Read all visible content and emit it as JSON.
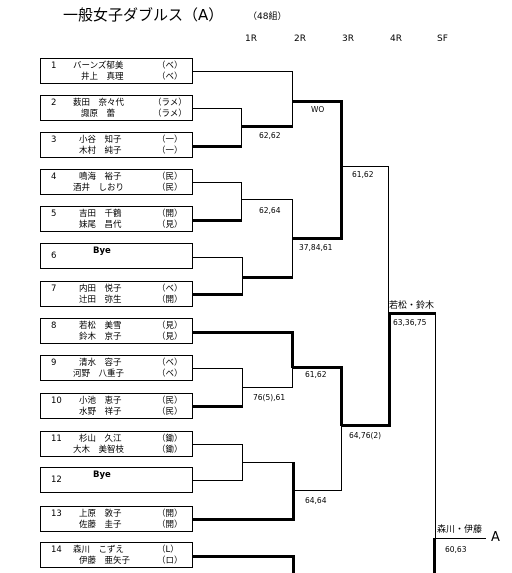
{
  "title": "一般女子ダブルス（A）",
  "subtitle": "（48組）",
  "rounds": [
    "1R",
    "2R",
    "3R",
    "4R",
    "SF"
  ],
  "entries": [
    {
      "no": "1",
      "p1": "バーンズ郁美",
      "a1": "（ベ）",
      "p2": "井上　真理",
      "a2": "（ベ）"
    },
    {
      "no": "2",
      "p1": "薮田　奈々代",
      "a1": "（ラメ）",
      "p2": "諏原　蕾",
      "a2": "（ラメ）"
    },
    {
      "no": "3",
      "p1": "小谷　知子",
      "a1": "（一）",
      "p2": "木村　純子",
      "a2": "（一）"
    },
    {
      "no": "4",
      "p1": "鳴海　裕子",
      "a1": "（民）",
      "p2": "酒井　しおり",
      "a2": "（民）"
    },
    {
      "no": "5",
      "p1": "吉田　千鶴",
      "a1": "（開）",
      "p2": "妹尾　昌代",
      "a2": "（見）"
    },
    {
      "no": "6",
      "bye": "Bye"
    },
    {
      "no": "7",
      "p1": "内田　悦子",
      "a1": "（ベ）",
      "p2": "辻田　弥生",
      "a2": "（開）"
    },
    {
      "no": "8",
      "p1": "若松　美雪",
      "a1": "（見）",
      "p2": "鈴木　京子",
      "a2": "（見）"
    },
    {
      "no": "9",
      "p1": "清水　容子",
      "a1": "（ベ）",
      "p2": "河野　八重子",
      "a2": "（ベ）"
    },
    {
      "no": "10",
      "p1": "小池　恵子",
      "a1": "（民）",
      "p2": "水野　祥子",
      "a2": "（民）"
    },
    {
      "no": "11",
      "p1": "杉山　久江",
      "a1": "（鋤）",
      "p2": "大木　美智枝",
      "a2": "（鋤）"
    },
    {
      "no": "12",
      "bye": "Bye"
    },
    {
      "no": "13",
      "p1": "上原　敦子",
      "a1": "（開）",
      "p2": "佐藤　圭子",
      "a2": "（開）"
    },
    {
      "no": "14",
      "p1": "森川　こずえ",
      "a1": "（L）",
      "p2": "伊藤　亜矢子",
      "a2": "（ロ）"
    }
  ],
  "scores": {
    "m1_2": "WO",
    "m2_3": "62,62",
    "r3_1": "61,62",
    "m4_5": "62,64",
    "r2_7": "37,84,61",
    "r2_8": "61,62",
    "m9_10": "76(5),61",
    "r3_2": "64,76(2)",
    "r2_13": "64,64",
    "r4": "63,36,75",
    "sf": "60,63"
  },
  "winners": {
    "r4": "若松・鈴木",
    "sf": "森川・伊藤"
  },
  "continuation": "A"
}
